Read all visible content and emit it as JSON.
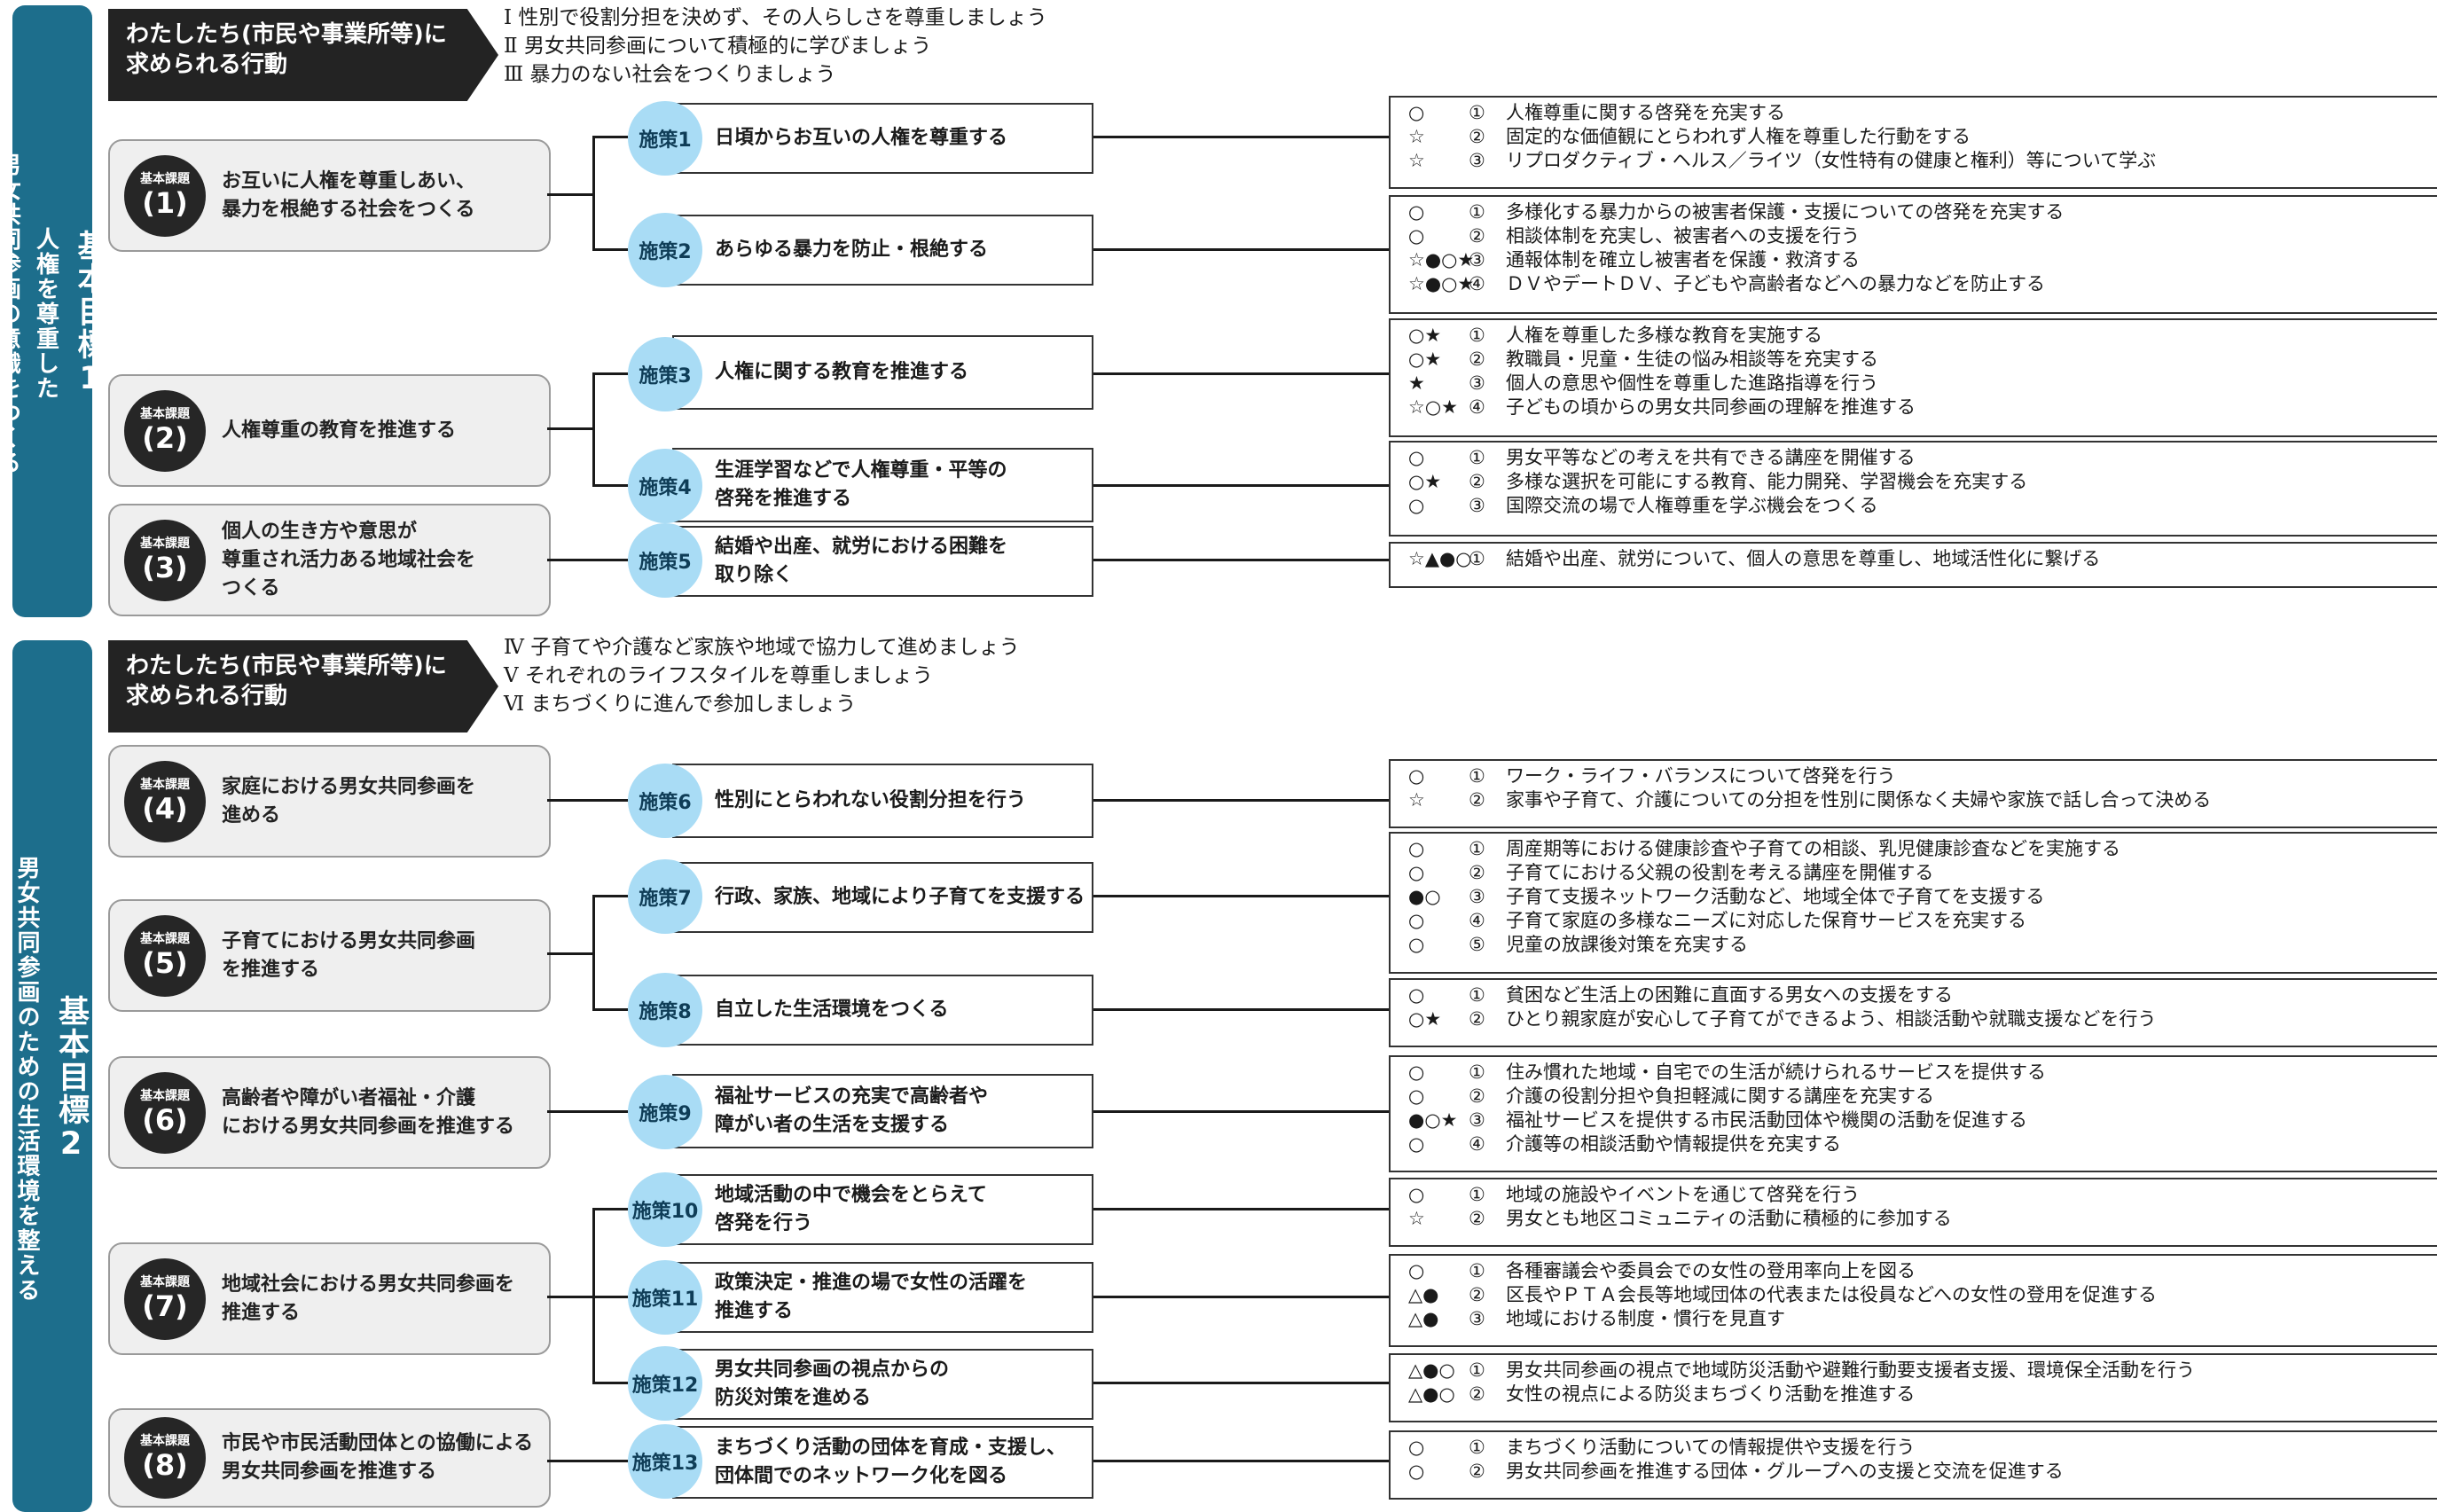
{
  "goals": [
    {
      "label_a": "基本目標1",
      "label_b": "人権を尊重した",
      "label_c": "男女共同参画の意識をつくる"
    },
    {
      "label_a": "基本目標2",
      "label_b": "男女共同参画のための生活環境を整える",
      "label_c": ""
    }
  ],
  "sections": [
    {
      "title_line1": "わたしたち(市民や事業所等)に",
      "title_line2": "求められる行動",
      "principles": [
        "Ⅰ 性別で役割分担を決めず、その人らしさを尊重しましょう",
        "Ⅱ 男女共同参画について積極的に学びましょう",
        "Ⅲ 暴力のない社会をつくりましょう"
      ]
    },
    {
      "title_line1": "わたしたち(市民や事業所等)に",
      "title_line2": "求められる行動",
      "principles": [
        "Ⅳ 子育てや介護など家族や地域で協力して進めましょう",
        "Ⅴ それぞれのライフスタイルを尊重しましょう",
        "Ⅵ まちづくりに進んで参加しましょう"
      ]
    }
  ],
  "badge_kanji": "基本課題",
  "issues": [
    {
      "num": "(1)",
      "lines": [
        "お互いに人権を尊重しあい、",
        "暴力を根絶する社会をつくる"
      ]
    },
    {
      "num": "(2)",
      "lines": [
        "人権尊重の教育を推進する",
        ""
      ]
    },
    {
      "num": "(3)",
      "lines": [
        "個人の生き方や意思が",
        "尊重され活力ある地域社会を",
        "つくる"
      ]
    },
    {
      "num": "(4)",
      "lines": [
        "家庭における男女共同参画を",
        "進める"
      ]
    },
    {
      "num": "(5)",
      "lines": [
        "子育てにおける男女共同参画",
        "を推進する"
      ]
    },
    {
      "num": "(6)",
      "lines": [
        "高齢者や障がい者福祉・介護",
        "における男女共同参画を推進する"
      ]
    },
    {
      "num": "(7)",
      "lines": [
        "地域社会における男女共同参画を",
        "推進する"
      ]
    },
    {
      "num": "(8)",
      "lines": [
        "市民や市民活動団体との協働による",
        "男女共同参画を推進する"
      ]
    }
  ],
  "policies": [
    {
      "label": "施策1",
      "lines": [
        "日頃からお互いの人権を尊重する",
        ""
      ]
    },
    {
      "label": "施策2",
      "lines": [
        "あらゆる暴力を防止・根絶する",
        ""
      ]
    },
    {
      "label": "施策3",
      "lines": [
        "人権に関する教育を推進する",
        ""
      ]
    },
    {
      "label": "施策4",
      "lines": [
        "生涯学習などで人権尊重・平等の",
        "啓発を推進する"
      ]
    },
    {
      "label": "施策5",
      "lines": [
        "結婚や出産、就労における困難を",
        "取り除く"
      ]
    },
    {
      "label": "施策6",
      "lines": [
        "性別にとらわれない役割分担を行う",
        ""
      ]
    },
    {
      "label": "施策7",
      "lines": [
        "行政、家族、地域により子育てを支援する",
        ""
      ]
    },
    {
      "label": "施策8",
      "lines": [
        "自立した生活環境をつくる",
        ""
      ]
    },
    {
      "label": "施策9",
      "lines": [
        "福祉サービスの充実で高齢者や",
        "障がい者の生活を支援する"
      ]
    },
    {
      "label": "施策10",
      "lines": [
        "地域活動の中で機会をとらえて",
        "啓発を行う"
      ]
    },
    {
      "label": "施策11",
      "lines": [
        "政策決定・推進の場で女性の活躍を",
        "推進する"
      ]
    },
    {
      "label": "施策12",
      "lines": [
        "男女共同参画の視点からの",
        "防災対策を進める"
      ]
    },
    {
      "label": "施策13",
      "lines": [
        "まちづくり活動の団体を育成・支援し、",
        "団体間でのネットワーク化を図る"
      ]
    }
  ],
  "measures": [
    [
      {
        "mark": "○",
        "num": "①",
        "text": "人権尊重に関する啓発を充実する"
      },
      {
        "mark": "☆",
        "num": "②",
        "text": "固定的な価値観にとらわれず人権を尊重した行動をする"
      },
      {
        "mark": "☆",
        "num": "③",
        "text": "リプロダクティブ・ヘルス／ライツ（女性特有の健康と権利）等について学ぶ"
      }
    ],
    [
      {
        "mark": "○",
        "num": "①",
        "text": "多様化する暴力からの被害者保護・支援についての啓発を充実する"
      },
      {
        "mark": "○",
        "num": "②",
        "text": "相談体制を充実し、被害者への支援を行う"
      },
      {
        "mark": "☆●○★",
        "num": "③",
        "text": "通報体制を確立し被害者を保護・救済する"
      },
      {
        "mark": "☆●○★",
        "num": "④",
        "text": "ＤＶやデートＤＶ、子どもや高齢者などへの暴力などを防止する"
      }
    ],
    [
      {
        "mark": "○★",
        "num": "①",
        "text": "人権を尊重した多様な教育を実施する"
      },
      {
        "mark": "○★",
        "num": "②",
        "text": "教職員・児童・生徒の悩み相談等を充実する"
      },
      {
        "mark": "★",
        "num": "③",
        "text": "個人の意思や個性を尊重した進路指導を行う"
      },
      {
        "mark": "☆○★",
        "num": "④",
        "text": "子どもの頃からの男女共同参画の理解を推進する"
      }
    ],
    [
      {
        "mark": "○",
        "num": "①",
        "text": "男女平等などの考えを共有できる講座を開催する"
      },
      {
        "mark": "○★",
        "num": "②",
        "text": "多様な選択を可能にする教育、能力開発、学習機会を充実する"
      },
      {
        "mark": "○",
        "num": "③",
        "text": "国際交流の場で人権尊重を学ぶ機会をつくる"
      }
    ],
    [
      {
        "mark": "☆▲●○",
        "num": "①",
        "text": "結婚や出産、就労について、個人の意思を尊重し、地域活性化に繋げる"
      }
    ],
    [
      {
        "mark": "○",
        "num": "①",
        "text": "ワーク・ライフ・バランスについて啓発を行う"
      },
      {
        "mark": "☆",
        "num": "②",
        "text": "家事や子育て、介護についての分担を性別に関係なく夫婦や家族で話し合って決める"
      }
    ],
    [
      {
        "mark": "○",
        "num": "①",
        "text": "周産期等における健康診査や子育ての相談、乳児健康診査などを実施する"
      },
      {
        "mark": "○",
        "num": "②",
        "text": "子育てにおける父親の役割を考える講座を開催する"
      },
      {
        "mark": "●○",
        "num": "③",
        "text": "子育て支援ネットワーク活動など、地域全体で子育てを支援する"
      },
      {
        "mark": "○",
        "num": "④",
        "text": "子育て家庭の多様なニーズに対応した保育サービスを充実する"
      },
      {
        "mark": "○",
        "num": "⑤",
        "text": "児童の放課後対策を充実する"
      }
    ],
    [
      {
        "mark": "○",
        "num": "①",
        "text": "貧困など生活上の困難に直面する男女への支援をする"
      },
      {
        "mark": "○★",
        "num": "②",
        "text": "ひとり親家庭が安心して子育てができるよう、相談活動や就職支援などを行う"
      }
    ],
    [
      {
        "mark": "○",
        "num": "①",
        "text": "住み慣れた地域・自宅での生活が続けられるサービスを提供する"
      },
      {
        "mark": "○",
        "num": "②",
        "text": "介護の役割分担や負担軽減に関する講座を充実する"
      },
      {
        "mark": "●○★",
        "num": "③",
        "text": "福祉サービスを提供する市民活動団体や機関の活動を促進する"
      },
      {
        "mark": "○",
        "num": "④",
        "text": "介護等の相談活動や情報提供を充実する"
      }
    ],
    [
      {
        "mark": "○",
        "num": "①",
        "text": "地域の施設やイベントを通じて啓発を行う"
      },
      {
        "mark": "☆",
        "num": "②",
        "text": "男女とも地区コミュニティの活動に積極的に参加する"
      }
    ],
    [
      {
        "mark": "○",
        "num": "①",
        "text": "各種審議会や委員会での女性の登用率向上を図る"
      },
      {
        "mark": "△●",
        "num": "②",
        "text": "区長やＰＴＡ会長等地域団体の代表または役員などへの女性の登用を促進する"
      },
      {
        "mark": "△●",
        "num": "③",
        "text": "地域における制度・慣行を見直す"
      }
    ],
    [
      {
        "mark": "△●○",
        "num": "①",
        "text": "男女共同参画の視点で地域防災活動や避難行動要支援者支援、環境保全活動を行う"
      },
      {
        "mark": "△●○",
        "num": "②",
        "text": "女性の視点による防災まちづくり活動を推進する"
      }
    ],
    [
      {
        "mark": "○",
        "num": "①",
        "text": "まちづくり活動についての情報提供や支援を行う"
      },
      {
        "mark": "○",
        "num": "②",
        "text": "男女共同参画を推進する団体・グループへの支援と交流を促進する"
      }
    ]
  ]
}
